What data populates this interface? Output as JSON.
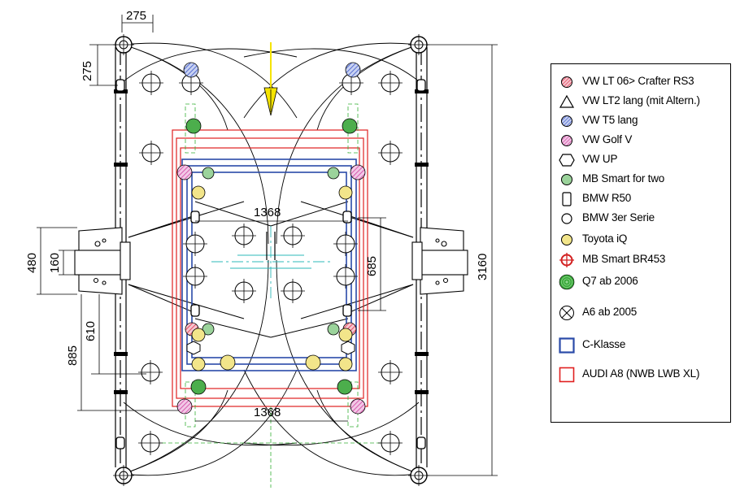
{
  "dimensions": {
    "top_spacing": "275",
    "top_left_vertical": "275",
    "arm_width_outer": "480",
    "arm_width_inner": "160",
    "lower_offset_610": "610",
    "lower_offset_885": "885",
    "inner_width_top": "1368",
    "inner_width_bottom": "1368",
    "inner_height": "685",
    "total_length": "3160"
  },
  "legend": {
    "items": [
      {
        "label": "VW LT 06> Crafter RS3",
        "icon": "hatched-red-circle-icon",
        "color": "#e0304a"
      },
      {
        "label": "VW LT2 lang (mit Altern.)",
        "icon": "triangle-icon",
        "color": "#000000"
      },
      {
        "label": "VW T5 lang",
        "icon": "hatched-blue-circle-icon",
        "color": "#3a55c8"
      },
      {
        "label": "VW Golf V",
        "icon": "hatched-magenta-circle-icon",
        "color": "#d040a0"
      },
      {
        "label": "VW UP",
        "icon": "hexagon-icon",
        "color": "#000000"
      },
      {
        "label": "MB Smart for two",
        "icon": "green-circle-icon",
        "color": "#4cae4c"
      },
      {
        "label": "BMW R50",
        "icon": "rectangle-icon",
        "color": "#000000"
      },
      {
        "label": "BMW 3er Serie",
        "icon": "open-circle-icon",
        "color": "#000000"
      },
      {
        "label": "Toyota iQ",
        "icon": "yellow-circle-icon",
        "color": "#f2e58a"
      },
      {
        "label": "MB Smart BR453",
        "icon": "red-crosshair-circle-icon",
        "color": "#d22020"
      },
      {
        "label": "Q7 ab 2006",
        "icon": "concentric-green-circle-icon",
        "color": "#3aa83a"
      },
      {
        "label": "A6 ab 2005",
        "icon": "crossed-circle-icon",
        "color": "#000000"
      },
      {
        "label": "C-Klasse",
        "icon": "blue-square-icon",
        "color": "#2a4aa8"
      },
      {
        "label": "AUDI A8 (NWB LWB XL)",
        "icon": "red-square-icon",
        "color": "#e02020"
      }
    ]
  },
  "colors": {
    "frame_red": "#e02020",
    "frame_blue": "#2a4aa8",
    "centerline_cyan": "#2cb8b8",
    "centerline_green": "#36b036",
    "arrow_yellow": "#f5e400"
  }
}
